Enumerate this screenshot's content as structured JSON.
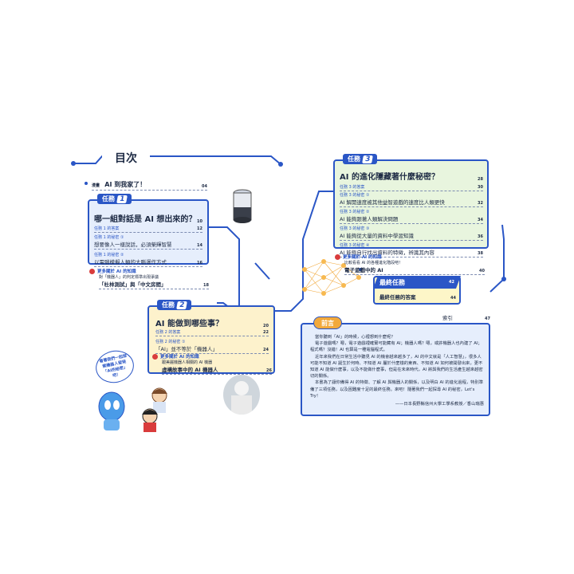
{
  "contents_title": "目次",
  "intro": {
    "label": "漫畫",
    "title": "AI 到我家了！",
    "page": "04"
  },
  "mission1": {
    "badge": "任務",
    "num": "1",
    "title": "哪一組對話是 AI 想出來的？",
    "page": "10",
    "answer": "任務 1 的答案",
    "answer_page": "12",
    "secrets": [
      {
        "sub": "任務 1 的秘密 ①",
        "title": "想要像人一樣說話，必須榮輝智慧",
        "page": "14"
      },
      {
        "sub": "任務 1 的秘密 ②",
        "title": "以電腦模擬人類的大腦運作方式",
        "page": "16"
      }
    ],
    "more_label": "更多關於 AI 的知識",
    "more_desc": "對「機器人」的判定標準出現爭議",
    "more_title": "「杜林測試」與「中文房間」",
    "more_page": "18"
  },
  "mission2": {
    "badge": "任務",
    "num": "2",
    "title": "AI 能做到哪些事？",
    "page": "20",
    "answer": "任務 2 的答案",
    "answer_page": "22",
    "secrets": [
      {
        "sub": "任務 2 的秘密 ①",
        "title": "「AI」並不等於「機器人」",
        "page": "24"
      }
    ],
    "more_label": "更多關於 AI 的知識",
    "more_desc": "跟美麗機器人相關的 AI 機器",
    "more_title": "虛構故事中的 AI 機器人",
    "more_page": "26"
  },
  "mission3": {
    "badge": "任務",
    "num": "3",
    "title": "AI 的進化隱藏著什麼秘密？",
    "page": "28",
    "answer": "任務 3 的答案",
    "answer_page": "30",
    "secrets": [
      {
        "sub": "任務 3 的秘密 ①",
        "title": "AI 解開速度被其他益智遊戲的速度比人類更快",
        "page": "32"
      },
      {
        "sub": "任務 3 的秘密 ②",
        "title": "AI 能夠跟著人類解決問題",
        "page": "34"
      },
      {
        "sub": "任務 3 的秘密 ③",
        "title": "AI 能夠從大量的資料中學習知識",
        "page": "36"
      },
      {
        "sub": "任務 3 的秘密 ④",
        "title": "AI 能夠自行找出資料的特徵，辨識其內容",
        "page": "38"
      }
    ],
    "more_label": "更多關於 AI 的知識",
    "more_desc": "比較看看 AI 的各種進化階段吧！",
    "more_title": "電子遊戲中的 AI",
    "more_page": "40"
  },
  "final": {
    "title": "最終任務",
    "page": "42",
    "answer": "最終任務的答案",
    "answer_page": "44"
  },
  "index": {
    "label": "索引",
    "page": "47"
  },
  "preface": {
    "title": "前言",
    "paragraphs": [
      "當你聽到「AI」的時候，心裡想到什麼呢？",
      "電子遊戲嗎？嗯，電子遊戲裡確實可能藏有 AI；機器人嗎？嗯，或許機器人也內建了 AI；程式嗎？沒錯！AI 也算是一種電腦程式。",
      "近年來我們在日常生活中聽見 AI 的機會越來越多了，AI 的中文就是「人工智慧」，很多人可能不知道 AI 誕生於何時、不知道 AI 屬於什麼樣的東西、不知道 AI 如何被開發出來，更不知道 AI 能做什麼事，以及不能做什麼事，但是在未來時代，AI 將與我們的生活產生越來越密切的關係。",
      "本書為了讓你備得 AI 的特徵、了解 AI 與機器人的關係，以及明白 AI 的進化過程，特別準備了三項任務，以及困難度十足的最終任務。來吧！隨著我們一起探尋 AI 的秘密，Let's Try！"
    ],
    "signature": "——日本長野縣信州大學工學系教授／香山瑞惠"
  },
  "speech": "看著我們一起探索機器人發現「AI的秘密」吧！",
  "colors": {
    "accent": "#2a56c6",
    "red": "#d93c3c",
    "mission1_bg": "#e6eefc",
    "mission2_bg": "#fdf2cc",
    "mission3_bg": "#e8f5de"
  }
}
